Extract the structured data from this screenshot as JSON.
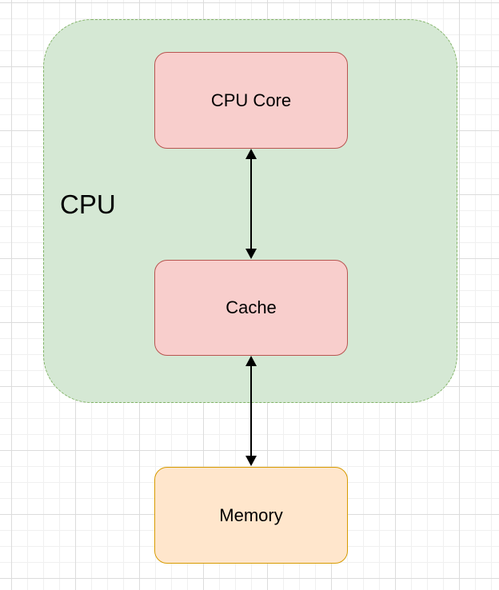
{
  "diagram": {
    "group": {
      "label": "CPU"
    },
    "nodes": {
      "core": "CPU Core",
      "cache": "Cache",
      "memory": "Memory"
    },
    "edges": [
      {
        "from": "core",
        "to": "cache",
        "direction": "bidirectional"
      },
      {
        "from": "cache",
        "to": "memory",
        "direction": "bidirectional"
      }
    ],
    "colors": {
      "group_fill": "#d5e8d4",
      "group_stroke": "#82b366",
      "processor_fill": "#f8cecc",
      "processor_stroke": "#b85450",
      "memory_fill": "#ffe6cc",
      "memory_stroke": "#d79b00"
    }
  }
}
